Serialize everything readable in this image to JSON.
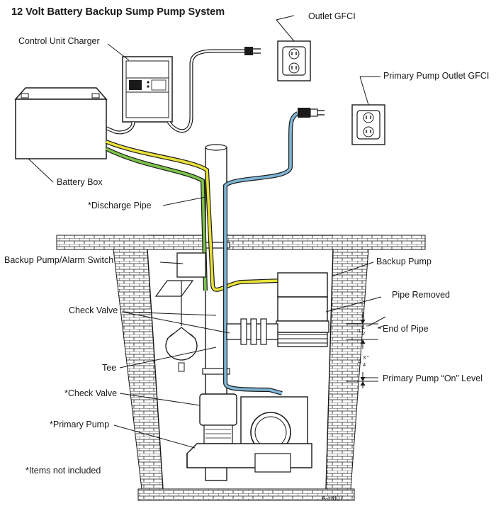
{
  "title": "12 Volt Battery Backup Sump Pump System",
  "labels": {
    "outlet_gfci": "Outlet GFCI",
    "control_unit_charger": "Control Unit Charger",
    "primary_pump_outlet_gfci": "Primary Pump Outlet GFCI",
    "battery_box": "Battery Box",
    "discharge_pipe": "*Discharge Pipe",
    "backup_pump_alarm_switch": "Backup Pump/Alarm Switch",
    "backup_pump": "Backup Pump",
    "pipe_removed": "Pipe Removed",
    "check_valve_1": "Check Valve",
    "end_of_pipe": "End of Pipe",
    "tee": "Tee",
    "primary_pump_on_level": "Primary Pump “On” Level",
    "check_valve_2": "*Check Valve",
    "primary_pump": "*Primary Pump",
    "items_not_included": "*Items not included",
    "drawing_code": "A-H807"
  },
  "dimensions": {
    "upper_whole": "1",
    "upper_num": "1",
    "upper_den": "2",
    "lower_whole": "4",
    "lower_num": "3",
    "lower_den": "4",
    "inch_mark": "″"
  },
  "colors": {
    "line": "#1a1a1a",
    "cord_yellow": "#e8e23a",
    "cord_green": "#7cc34a",
    "cord_blue": "#7fb6d6",
    "hatch": "#1a1a1a",
    "background": "#ffffff"
  }
}
